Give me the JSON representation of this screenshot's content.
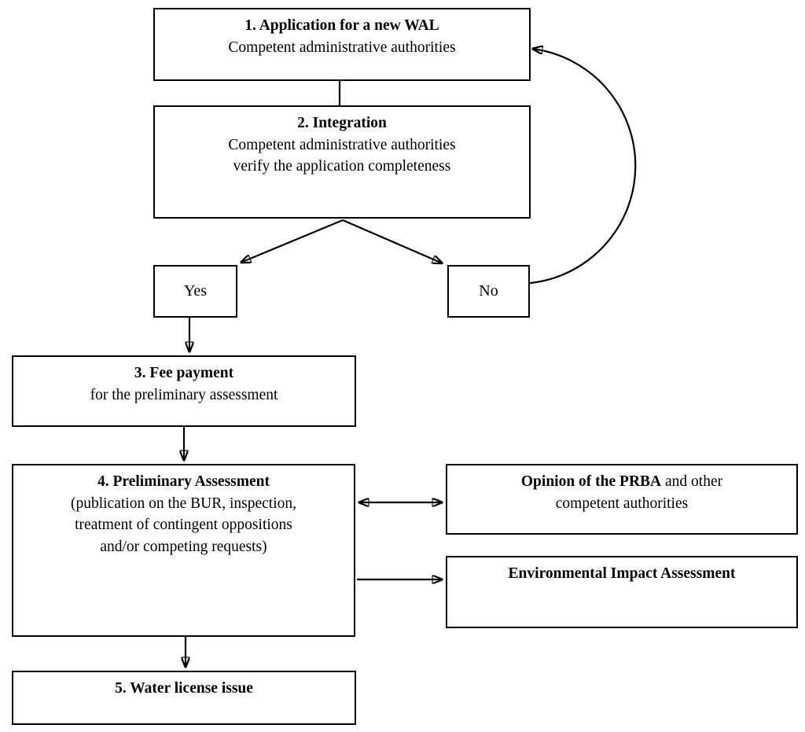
{
  "diagram": {
    "colors": {
      "background": "#ffffff",
      "line": "#000000",
      "box_fill": "#ffffff",
      "text": "#000000"
    },
    "nodes": {
      "step1": {
        "title": "1. Application for a new WAL",
        "subtitle": "Competent administrative authorities"
      },
      "step2": {
        "title": "2. Integration",
        "line1": "Competent administrative authorities",
        "line2": "verify the application completeness"
      },
      "yes": {
        "label": "Yes"
      },
      "no": {
        "label": "No"
      },
      "step3": {
        "title": "3. Fee payment",
        "subtitle": "for the preliminary assessment"
      },
      "step4": {
        "title": "4. Preliminary Assessment",
        "line1": "(publication on the BUR, inspection,",
        "line2": "treatment of contingent oppositions",
        "line3": "and/or competing requests)"
      },
      "opinion": {
        "bold_text": "Opinion of the PRBA",
        "regular_text": " and other",
        "line2": "competent authorities"
      },
      "eia": {
        "title": "Environmental Impact Assessment"
      },
      "step5": {
        "title": "5. Water license issue"
      }
    }
  }
}
